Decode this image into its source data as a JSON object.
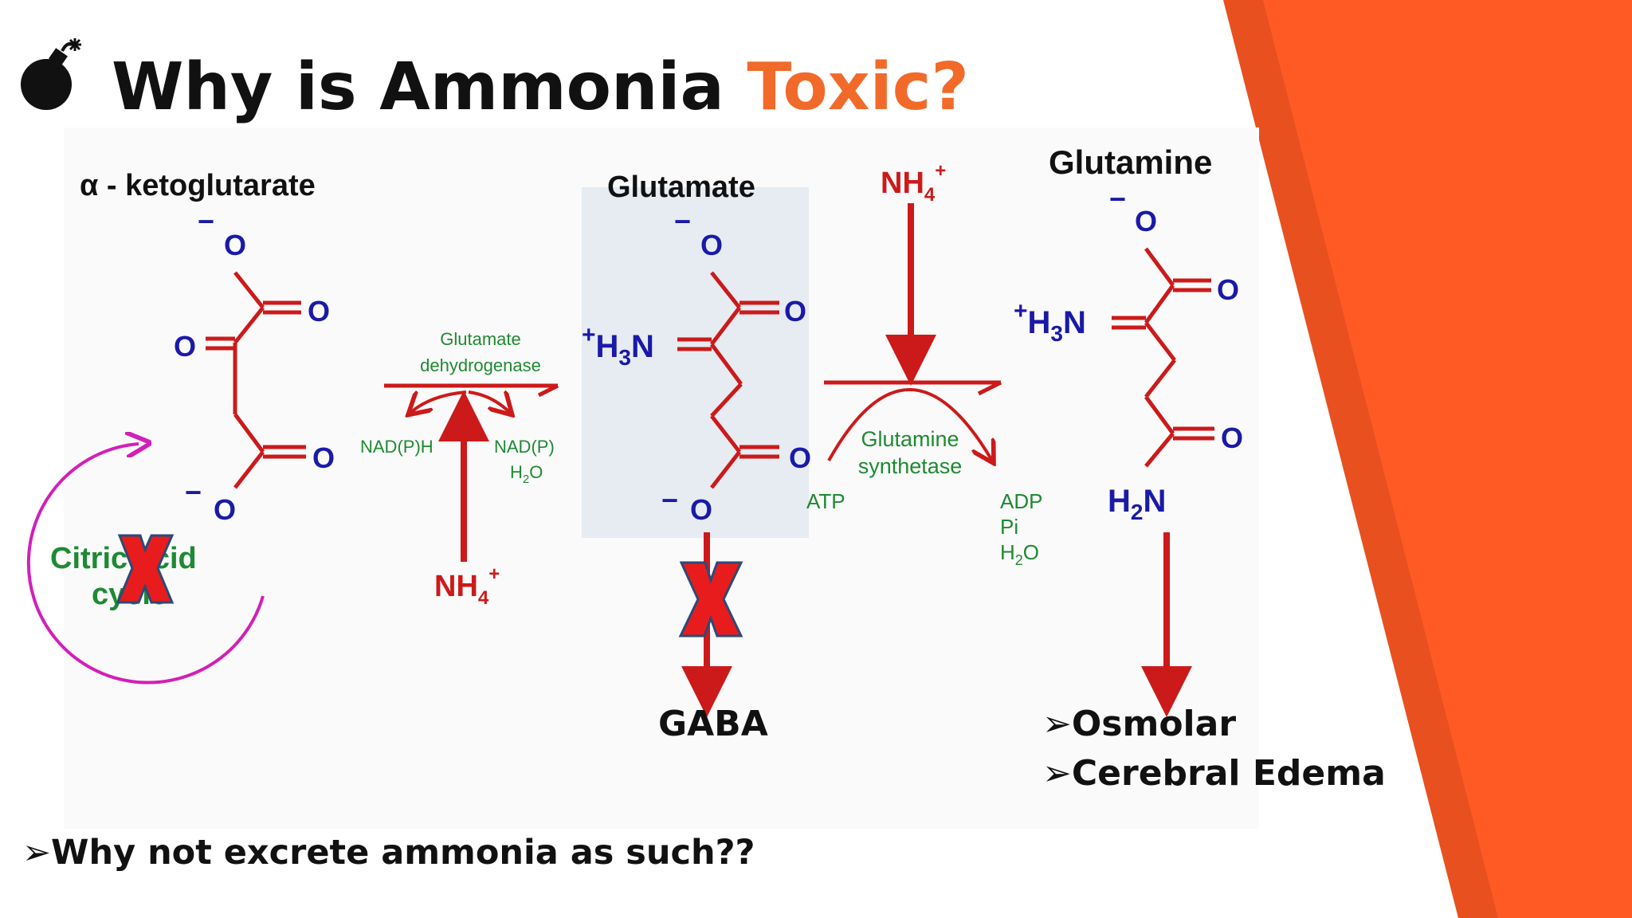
{
  "slide": {
    "title_main": "Why is Ammonia",
    "title_accent": "Toxic?",
    "bomb_icon": "bomb-icon",
    "colors": {
      "accent": "#f26a2a",
      "stripe_dark": "#e8501f",
      "stripe_light": "#ff5a23",
      "bond_red": "#cc1a1a",
      "atom_blue": "#1a1aa8",
      "enzyme_green": "#1e8a32",
      "cycle_magenta": "#d21fb8",
      "x_red": "#e81c1c",
      "x_outline": "#2b4a7a"
    }
  },
  "diagram": {
    "alpha_kg_label": "α - ketoglutarate",
    "glutamate_label": "Glutamate",
    "glutamine_label": "Glutamine",
    "atom_o": "O",
    "atom_h3n": "H",
    "h3n_sub": "3",
    "h3n_n": "N",
    "atom_h2n": "H",
    "h2n_sub": "2",
    "h2n_n": "N",
    "minus": "−",
    "plus": "+",
    "gdh_line1": "Glutamate",
    "gdh_line2": "dehydrogenase",
    "nadph": "NAD(P)H",
    "nadp": "NAD(P)",
    "h2o_h": "H",
    "h2o_sub": "2",
    "h2o_o": "O",
    "nh4_nh": "NH",
    "nh4_sub": "4",
    "nh4_sup": "+",
    "gs_line1": "Glutamine",
    "gs_line2": "synthetase",
    "atp": "ATP",
    "adp": "ADP",
    "pi": "Pi",
    "cycle_line1": "Citric acid",
    "cycle_line2": "cycle",
    "gaba": "GABA"
  },
  "bullets": {
    "marker": "➢",
    "osmolar": "Osmolar",
    "cerebral_edema": "Cerebral Edema",
    "question": "Why not excrete ammonia as such??"
  }
}
